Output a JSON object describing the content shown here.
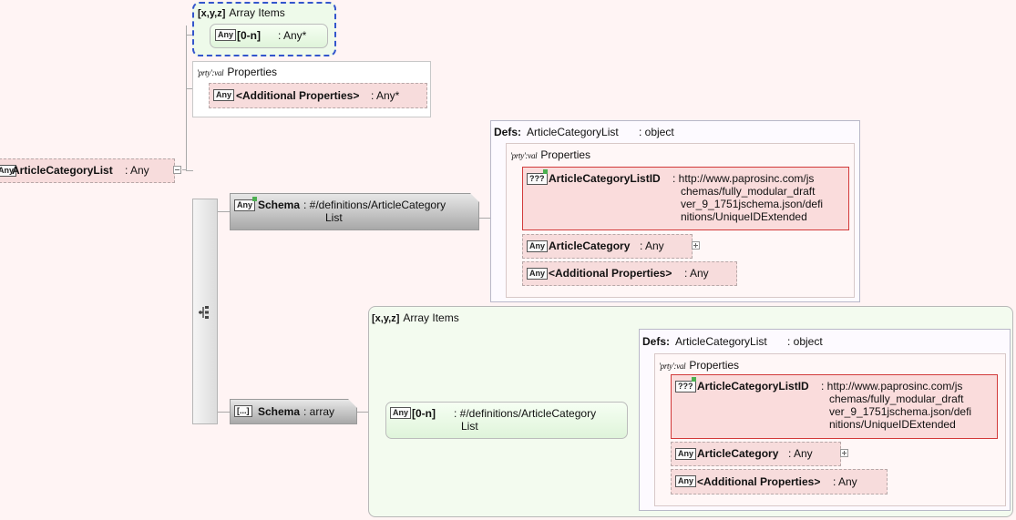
{
  "root": {
    "badge": "Any",
    "name": "ArticleCategoryList",
    "type": ": Any"
  },
  "top_array": {
    "tag": "[x,y,z]",
    "title": "Array Items",
    "badge": "Any",
    "range": "[0-n]",
    "type": ": Any*"
  },
  "top_props": {
    "tag": "'prty':val",
    "title": "Properties",
    "badge": "Any",
    "name": "<Additional Properties>",
    "type": ": Any*"
  },
  "schema1": {
    "badge": "Any",
    "label": "Schema",
    "ref_line1": ": #/definitions/ArticleCategory",
    "ref_line2": "List"
  },
  "defs1": {
    "label": "Defs:",
    "name": "ArticleCategoryList",
    "type": ": object",
    "props_tag": "'prty':val",
    "props_title": "Properties",
    "id_badge": "???",
    "id_name": "ArticleCategoryListID",
    "id_type_1": ": http://www.paprosinc.com/js",
    "id_type_2": "chemas/fully_modular_draft",
    "id_type_3": "ver_9_1751jschema.json/defi",
    "id_type_4": "nitions/UniqueIDExtended",
    "cat_badge": "Any",
    "cat_name": "ArticleCategory",
    "cat_type": ": Any",
    "add_badge": "Any",
    "add_name": "<Additional Properties>",
    "add_type": ": Any"
  },
  "schema2": {
    "badge": "[...]",
    "label": "Schema",
    "type": ": array"
  },
  "bottom_array": {
    "tag": "[x,y,z]",
    "title": "Array Items",
    "badge": "Any",
    "range": "[0-n]",
    "ref_line1": ": #/definitions/ArticleCategory",
    "ref_line2": "List"
  },
  "defs2": {
    "label": "Defs:",
    "name": "ArticleCategoryList",
    "type": ": object",
    "props_tag": "'prty':val",
    "props_title": "Properties",
    "id_badge": "???",
    "id_name": "ArticleCategoryListID",
    "id_type_1": ": http://www.paprosinc.com/js",
    "id_type_2": "chemas/fully_modular_draft",
    "id_type_3": "ver_9_1751jschema.json/defi",
    "id_type_4": "nitions/UniqueIDExtended",
    "cat_badge": "Any",
    "cat_name": "ArticleCategory",
    "cat_type": ": Any",
    "add_badge": "Any",
    "add_name": "<Additional Properties>",
    "add_type": ": Any"
  }
}
